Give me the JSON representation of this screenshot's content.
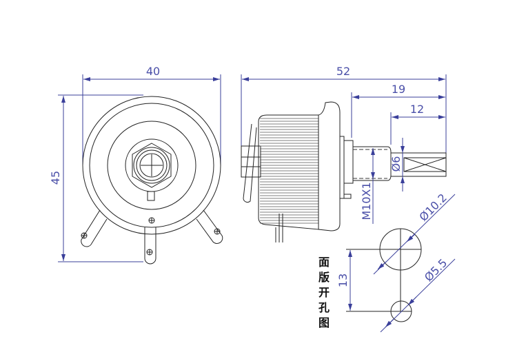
{
  "front_view": {
    "width_dim": "40",
    "height_dim": "45"
  },
  "side_view": {
    "overall_length_dim": "52",
    "shaft_length_dim": "19",
    "flat_length_dim": "12",
    "shaft_diameter_dim": "Ø6",
    "thread_dim": "M10X1"
  },
  "panel_cutout": {
    "title_chars": [
      "面",
      "版",
      "开",
      "孔",
      "图"
    ],
    "large_hole_dim": "Ø10.2",
    "small_hole_dim": "Ø5.5",
    "spacing_dim": "13"
  },
  "colors": {
    "dimension": "#3a3f9a",
    "outline": "#222222"
  }
}
